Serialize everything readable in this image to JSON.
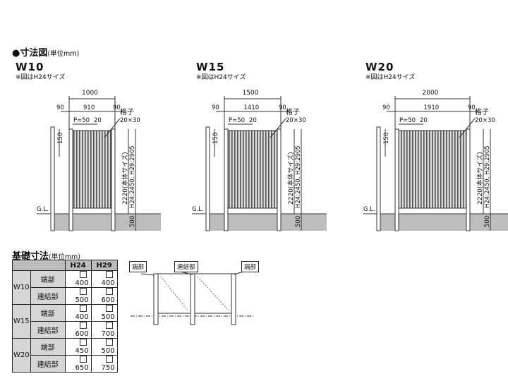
{
  "section_title": "●寸法図",
  "section_unit": "(単位mm)",
  "models": [
    {
      "name": "W10",
      "note": "※図はH24サイズ",
      "total_width": "1000",
      "post_left": "90",
      "panel_width": "910",
      "post_right": "90"
    },
    {
      "name": "W15",
      "note": "※図はH24サイズ",
      "total_width": "1500",
      "post_left": "90",
      "panel_width": "1410",
      "post_right": "90"
    },
    {
      "name": "W20",
      "note": "※図はH24サイズ",
      "total_width": "2000",
      "post_left": "90",
      "panel_width": "1910",
      "post_right": "90"
    }
  ],
  "dims": {
    "pitch": "P=50",
    "gap": "20",
    "lattice_label": "格子",
    "lattice_size": "20×30",
    "top_offset": "150",
    "body_height": "2220(本体サイズ)",
    "post_heights": "H24:2450, H29:2905",
    "ground_label": "G.L.",
    "embed_depth": "500"
  },
  "foundation": {
    "title": "基礎寸法",
    "unit": "(単位mm)",
    "headers": [
      "H24",
      "H29"
    ],
    "groups": [
      {
        "model": "W10",
        "rows": [
          {
            "type": "端部",
            "h24": "400",
            "h29": "400"
          },
          {
            "type": "連結部",
            "h24": "500",
            "h29": "600"
          }
        ]
      },
      {
        "model": "W15",
        "rows": [
          {
            "type": "端部",
            "h24": "400",
            "h29": "500"
          },
          {
            "type": "連結部",
            "h24": "600",
            "h29": "700"
          }
        ]
      },
      {
        "model": "W20",
        "rows": [
          {
            "type": "端部",
            "h24": "450",
            "h29": "500"
          },
          {
            "type": "連結部",
            "h24": "650",
            "h29": "750"
          }
        ]
      }
    ]
  },
  "plan_labels": {
    "end_left": "端部",
    "joint": "連結部",
    "end_right": "端部"
  }
}
